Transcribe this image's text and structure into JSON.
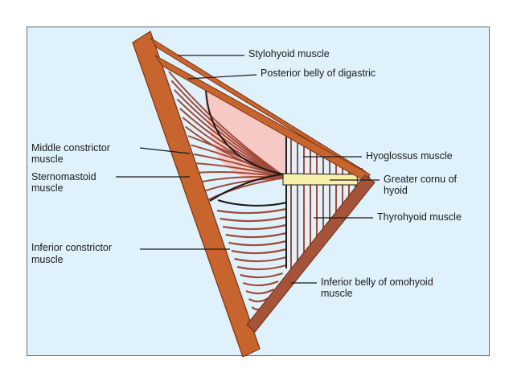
{
  "colors": {
    "background": "#dff1fb",
    "border": "#6a6a6a",
    "triangle_edge": "#c8642d",
    "muscle_fibre": "#a14a3a",
    "pink_area": "#f6c9c4",
    "yellow_bone": "#f7f0a8",
    "leader_line": "#1a1a1a"
  },
  "labels": {
    "stylohyoid": "Stylohyoid muscle",
    "posterior_digastric": "Posterior belly of digastric",
    "middle_constrictor_1": "Middle constrictor",
    "middle_constrictor_2": "muscle",
    "sternomastoid_1": "Sternomastoid",
    "sternomastoid_2": "muscle",
    "hyoglossus": "Hyoglossus muscle",
    "greater_cornu_1": "Greater cornu of",
    "greater_cornu_2": "hyoid",
    "thyrohyoid": "Thyrohyoid muscle",
    "inferior_constrictor_1": "Inferior constrictor",
    "inferior_constrictor_2": "muscle",
    "omohyoid_1": "Inferior belly of omohyoid",
    "omohyoid_2": "muscle"
  }
}
